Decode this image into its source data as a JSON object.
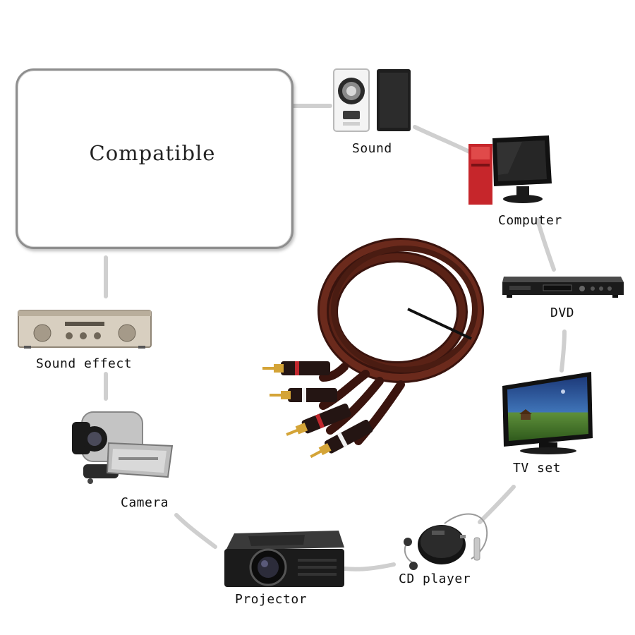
{
  "header": {
    "title": "Compatible"
  },
  "devices": [
    {
      "id": "sound",
      "label": "Sound",
      "icon": "speakers-icon"
    },
    {
      "id": "computer",
      "label": "Computer",
      "icon": "desktop-computer-icon"
    },
    {
      "id": "dvd",
      "label": "DVD",
      "icon": "dvd-player-icon"
    },
    {
      "id": "tv",
      "label": "TV set",
      "icon": "flat-tv-icon"
    },
    {
      "id": "cd",
      "label": "CD player",
      "icon": "cd-player-icon"
    },
    {
      "id": "projector",
      "label": "Projector",
      "icon": "projector-icon"
    },
    {
      "id": "camera",
      "label": "Camera",
      "icon": "camcorder-icon"
    },
    {
      "id": "sound_effect",
      "label": "Sound effect",
      "icon": "amplifier-icon"
    }
  ],
  "product": {
    "icon": "rca-cable-icon"
  },
  "colors": {
    "connector_line": "#c8c8c8",
    "cable": "#4a2016",
    "plug_gold": "#d4a437",
    "ring_red": "#c0272d"
  }
}
